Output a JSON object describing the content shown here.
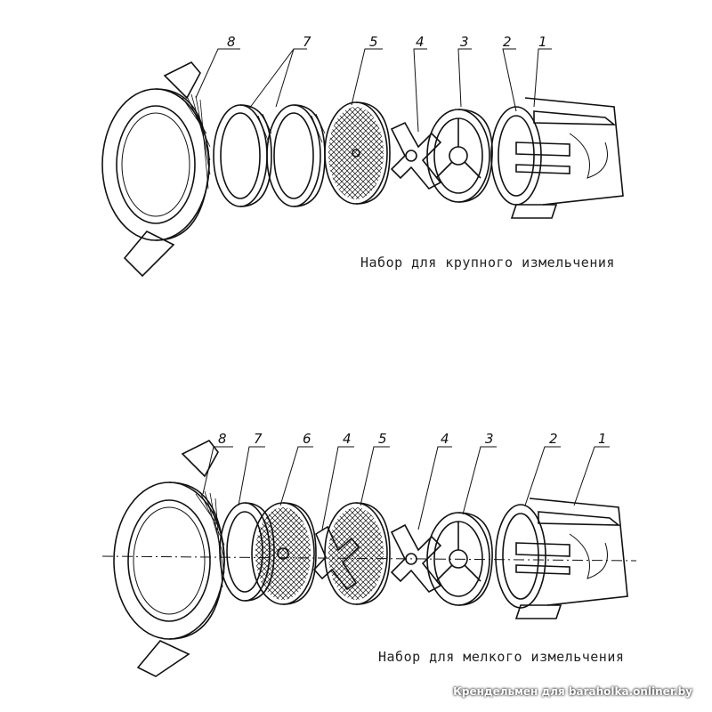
{
  "top_set": {
    "caption": "Набор для крупного измельчения",
    "labels": [
      "8",
      "7",
      "5",
      "4",
      "3",
      "2",
      "1"
    ]
  },
  "bottom_set": {
    "caption": "Набор для мелкого измельчения",
    "labels": [
      "8",
      "7",
      "6",
      "4",
      "5",
      "4",
      "3",
      "2",
      "1"
    ]
  },
  "watermark": "Крендельмен для baraholka.onliner.by"
}
